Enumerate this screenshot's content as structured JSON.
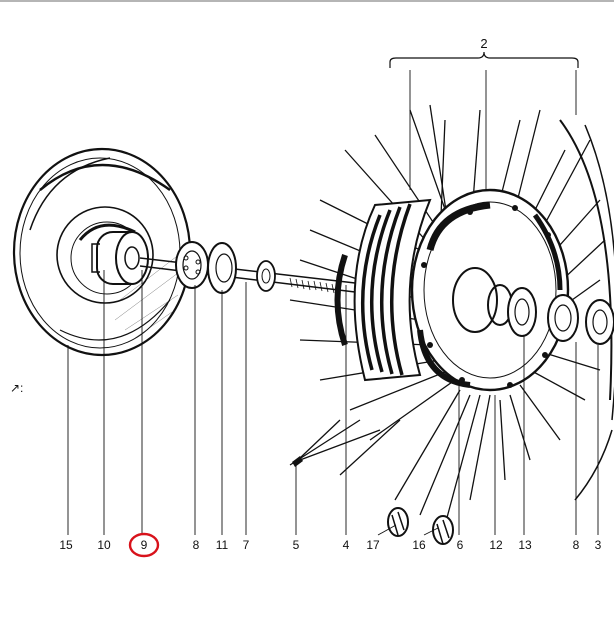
{
  "diagram": {
    "callouts": [
      {
        "id": "15",
        "label": "15"
      },
      {
        "id": "10",
        "label": "10"
      },
      {
        "id": "9",
        "label": "9",
        "highlighted": true
      },
      {
        "id": "8a",
        "label": "8"
      },
      {
        "id": "11",
        "label": "11"
      },
      {
        "id": "7",
        "label": "7"
      },
      {
        "id": "5",
        "label": "5"
      },
      {
        "id": "4",
        "label": "4"
      },
      {
        "id": "17",
        "label": "17"
      },
      {
        "id": "16",
        "label": "16"
      },
      {
        "id": "6",
        "label": "6"
      },
      {
        "id": "12",
        "label": "12"
      },
      {
        "id": "13",
        "label": "13"
      },
      {
        "id": "8b",
        "label": "8"
      },
      {
        "id": "3",
        "label": "3"
      }
    ],
    "bracket_label": "2",
    "side_mark": "↗:",
    "highlight_color": "#d8121b",
    "ink_color": "#111111"
  }
}
